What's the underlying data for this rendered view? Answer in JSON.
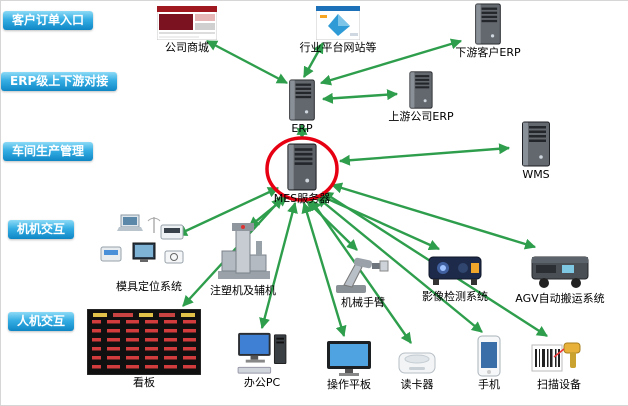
{
  "lanes": [
    {
      "id": "customer-order-entry",
      "label": "客户订单入口"
    },
    {
      "id": "erp-updownstream-link",
      "label": "ERP级上下游对接"
    },
    {
      "id": "workshop-production-mgmt",
      "label": "车间生产管理"
    },
    {
      "id": "machine-machine-interaction",
      "label": "机机交互"
    },
    {
      "id": "human-machine-interaction",
      "label": "人机交互"
    }
  ],
  "nodes": {
    "mall": {
      "label": "公司商城",
      "icon": "storefront-website-icon"
    },
    "industry_platform": {
      "label": "行业平台网站等",
      "icon": "portal-website-icon"
    },
    "downstream_erp": {
      "label": "下游客户ERP",
      "icon": "server-tower-icon"
    },
    "erp": {
      "label": "ERP",
      "icon": "server-tower-icon"
    },
    "upstream_erp": {
      "label": "上游公司ERP",
      "icon": "server-tower-icon"
    },
    "mes": {
      "label": "MES服务器",
      "icon": "server-tower-icon",
      "highlighted": true
    },
    "wms": {
      "label": "WMS",
      "icon": "server-tower-icon"
    },
    "mold_positioning": {
      "label": "模具定位系统",
      "icon": "rfid-equipment-cluster-icon"
    },
    "injection_machine": {
      "label": "注塑机及辅机",
      "icon": "injection-molding-machine-icon"
    },
    "robot_arm": {
      "label": "机械手臂",
      "icon": "robot-arm-icon"
    },
    "vision_inspection": {
      "label": "影像检测系统",
      "icon": "vision-camera-icon"
    },
    "agv": {
      "label": "AGV自动搬运系统",
      "icon": "agv-vehicle-icon"
    },
    "kanban": {
      "label": "看板",
      "icon": "led-board-icon"
    },
    "office_pc": {
      "label": "办公PC",
      "icon": "desktop-pc-icon"
    },
    "tablet": {
      "label": "操作平板",
      "icon": "operation-panel-icon"
    },
    "card_reader": {
      "label": "读卡器",
      "icon": "card-reader-icon"
    },
    "phone": {
      "label": "手机",
      "icon": "smartphone-icon"
    },
    "scanner": {
      "label": "扫描设备",
      "icon": "barcode-scanner-icon"
    }
  },
  "colors": {
    "lane_gradient_top": "#8edbf6",
    "lane_gradient_bottom": "#0f86c4",
    "arrow_green": "#2e9e4c",
    "mes_highlight_red": "#e60012"
  }
}
